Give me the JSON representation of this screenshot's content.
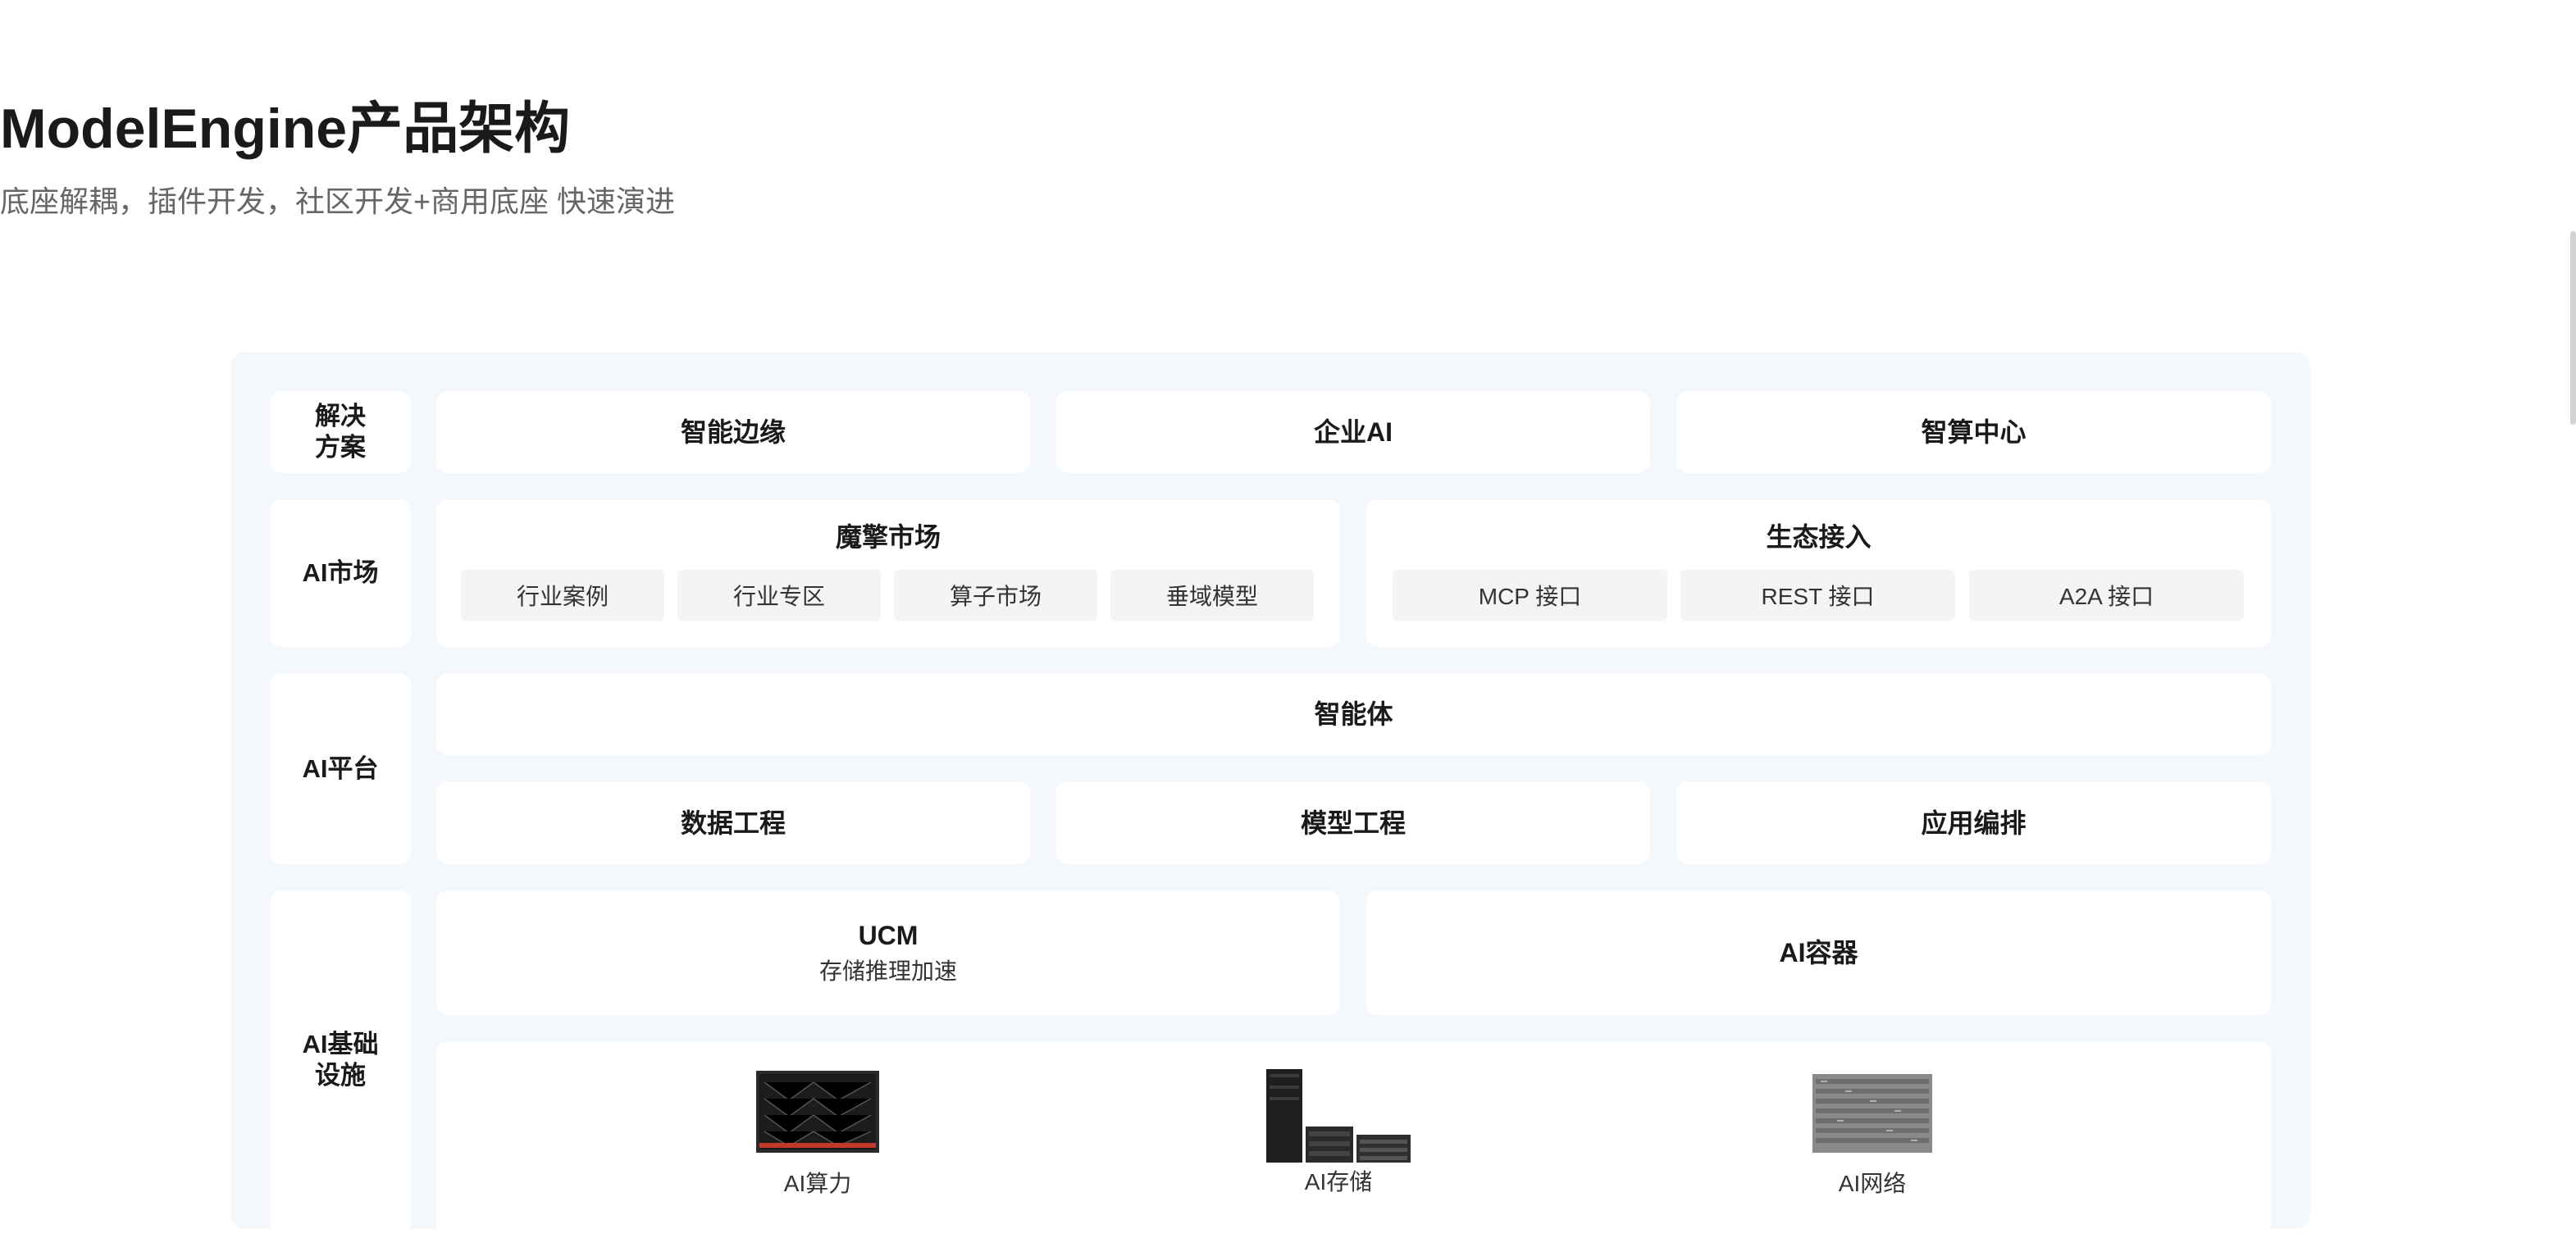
{
  "header": {
    "title": "ModelEngine产品架构",
    "subtitle": "底座解耦，插件开发，社区开发+商用底座 快速演进"
  },
  "layers": {
    "solution": {
      "label": "解决\n方案",
      "items": [
        "智能边缘",
        "企业AI",
        "智算中心"
      ]
    },
    "market": {
      "label": "AI市场",
      "mojing": {
        "title": "魔擎市场",
        "chips": [
          "行业案例",
          "行业专区",
          "算子市场",
          "垂域模型"
        ]
      },
      "ecosystem": {
        "title": "生态接入",
        "chips": [
          "MCP 接口",
          "REST 接口",
          "A2A 接口"
        ]
      }
    },
    "platform": {
      "label": "AI平台",
      "agent": "智能体",
      "items": [
        "数据工程",
        "模型工程",
        "应用编排"
      ]
    },
    "infra": {
      "label": "AI基础\n设施",
      "ucm": {
        "title": "UCM",
        "subtitle": "存储推理加速"
      },
      "container": "AI容器",
      "hardware": [
        {
          "label": "AI算力",
          "icon": "server-rack-icon"
        },
        {
          "label": "AI存储",
          "icon": "storage-tower-icon"
        },
        {
          "label": "AI网络",
          "icon": "network-switch-icon"
        }
      ]
    }
  }
}
